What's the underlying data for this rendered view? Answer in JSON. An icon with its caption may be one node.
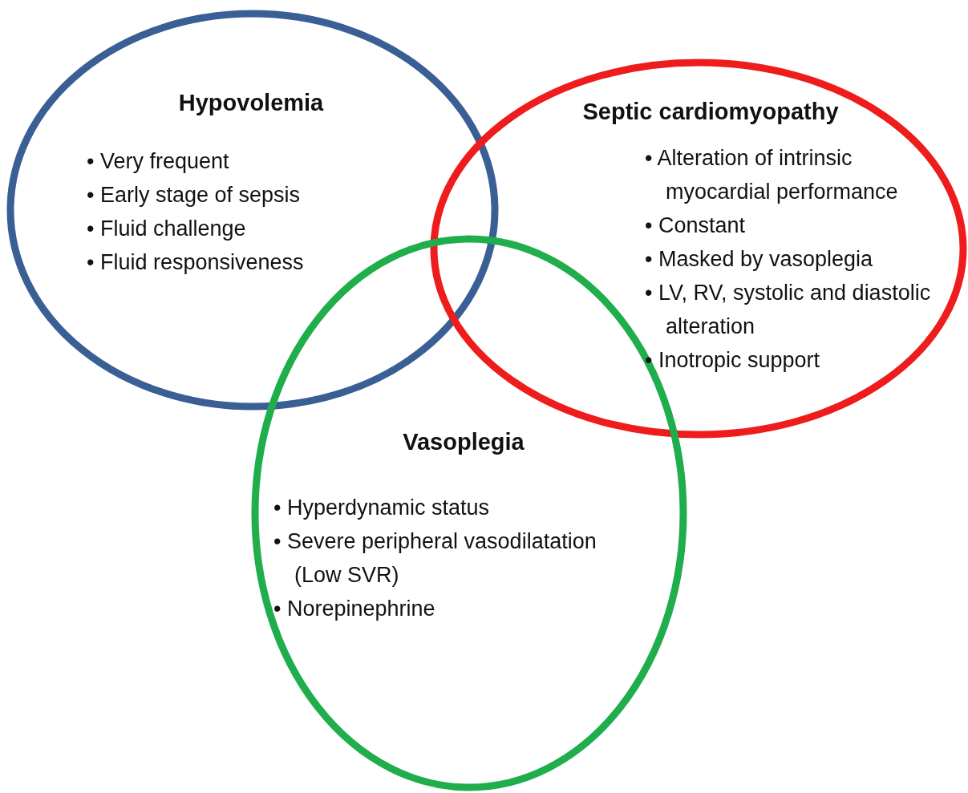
{
  "diagram": {
    "nodes": [
      {
        "text": [
          "Hypovolemia",
          "• Very frequent",
          "• Early stage of sepsis",
          "• Fluid challenge",
          "• Fluid responsiveness"
        ]
      },
      {
        "text": [
          "Septic cardiomyopathy",
          "• Alteration of intrinsic myocardial performance",
          "• Constant",
          "• Masked by vasoplegia",
          "• LV, RV, systolic and diastolic alteration",
          "• Inotropic support"
        ]
      },
      {
        "text": [
          "Vasoplegia",
          "• Hyperdynamic status",
          "• Severe peripheral vasodilatation (Low SVR)",
          "• Norepinephrine"
        ]
      }
    ],
    "edges": []
  }
}
